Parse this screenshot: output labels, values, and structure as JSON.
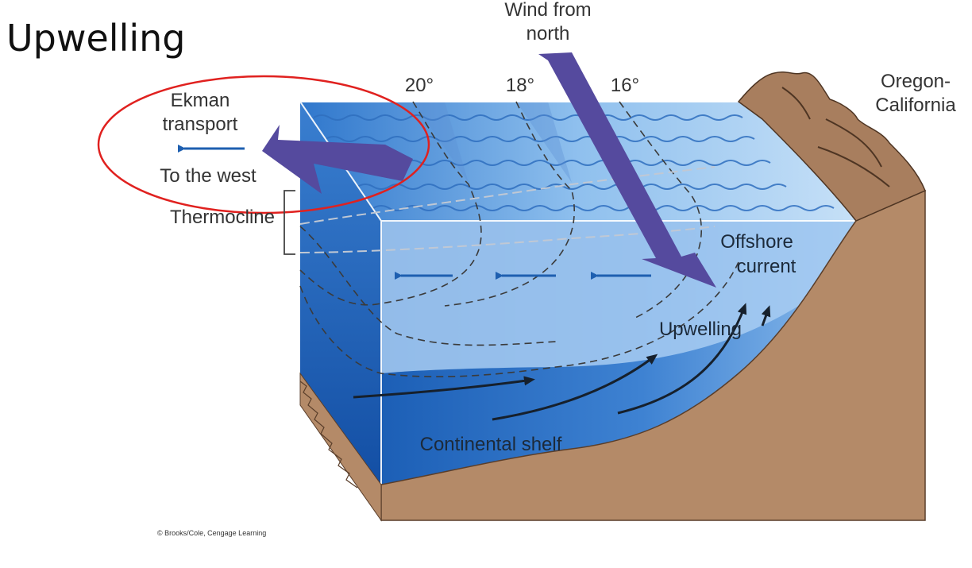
{
  "title": "Upwelling",
  "labels": {
    "wind_line1": "Wind from",
    "wind_line2": "north",
    "temp_20": "20°",
    "temp_18": "18°",
    "temp_16": "16°",
    "region_line1": "Oregon-",
    "region_line2": "California",
    "ekman_line1": "Ekman",
    "ekman_line2": "transport",
    "to_west": "To the west",
    "thermocline": "Thermocline",
    "offshore_line1": "Offshore",
    "offshore_line2": "current",
    "upwelling": "Upwelling",
    "continental_shelf": "Continental shelf",
    "credit": "© Brooks/Cole, Cengage Learning"
  },
  "colors": {
    "deep_water": "#1f63b8",
    "mid_water": "#5b97dd",
    "surface_water": "#b9d8f5",
    "land": "#b48a68",
    "wind_arrow": "#554a9e",
    "current_arrow": "#1e5fb0",
    "highlight_ellipse": "#e0211f"
  }
}
